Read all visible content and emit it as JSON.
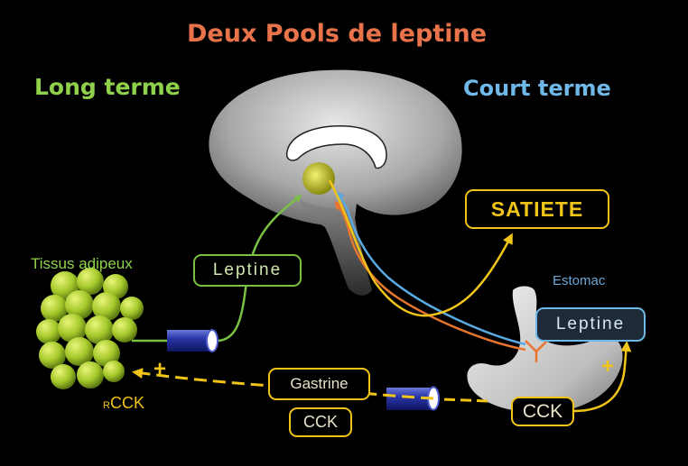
{
  "title": "Deux Pools de leptine",
  "long_terme": "Long terme",
  "court_terme": "Court terme",
  "satiete": "SATIETE",
  "tissus_adipeux": "Tissus adipeux",
  "estomac": "Estomac",
  "leptine_left": "Leptine",
  "leptine_right": "Leptine",
  "gastrine": "Gastrine",
  "cck_mid": "CCK",
  "cck_right": "CCK",
  "rcck_prefix": "R",
  "rcck": "CCK",
  "plus_left": "+",
  "plus_right": "+",
  "colors": {
    "title": "#e8734a",
    "long_terme": "#8fd14a",
    "court_terme": "#6fb8e8",
    "leptin_green": "#7ac143",
    "yellow": "#f0c419",
    "orange": "#e8762e",
    "blue": "#5aa9e0",
    "estomac_text": "#6ba6d6"
  }
}
